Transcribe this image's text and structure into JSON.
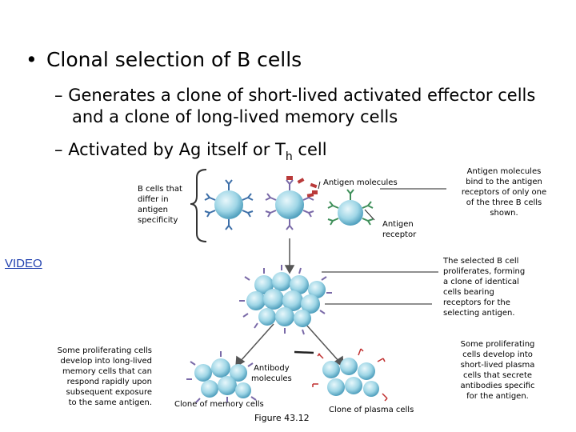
{
  "slide": {
    "bullet1": "Clonal selection of B cells",
    "bullet2_line1": "Generates a clone of short-lived activated effector cells",
    "bullet2_line2": "and a clone of long-lived memory cells",
    "bullet3_pre": "Activated by Ag itself or T",
    "bullet3_sub": "h",
    "bullet3_post": " cell",
    "dash": "–",
    "dot": "•"
  },
  "diagram": {
    "b_cells_label": [
      "B cells that",
      "differ in",
      "antigen",
      "specificity"
    ],
    "antigen_molecules": "Antigen molecules",
    "antigen_receptor": [
      "Antigen",
      "receptor"
    ],
    "bind_note": [
      "Antigen molecules",
      "bind to the antigen",
      "receptors of only one",
      "of the three B cells",
      "shown."
    ],
    "proliferate_note": [
      "The selected B cell",
      "proliferates, forming",
      "a clone of identical",
      "cells bearing",
      "receptors for the",
      "selecting antigen."
    ],
    "memory_note": [
      "Some proliferating cells",
      "develop into long-lived",
      "memory cells that can",
      "respond rapidly upon",
      "subsequent exposure",
      "to the same antigen."
    ],
    "plasma_note": [
      "Some proliferating",
      "cells develop into",
      "short-lived plasma",
      "cells that secrete",
      "antibodies specific",
      "for the antigen."
    ],
    "antibody_molecules": [
      "Antibody",
      "molecules"
    ],
    "clone_memory": "Clone of memory cells",
    "clone_plasma": "Clone of plasma cells",
    "figure": "Figure 43.12",
    "video_link": "VIDEO"
  },
  "colors": {
    "cell": "#9fd6e6",
    "cell_dark": "#4f9fbd",
    "receptor_blue": "#3d6fa8",
    "receptor_green": "#3f8f5a",
    "receptor_purple": "#7a6aa8",
    "antibody_red": "#c03030",
    "link": "#1f3fae"
  }
}
